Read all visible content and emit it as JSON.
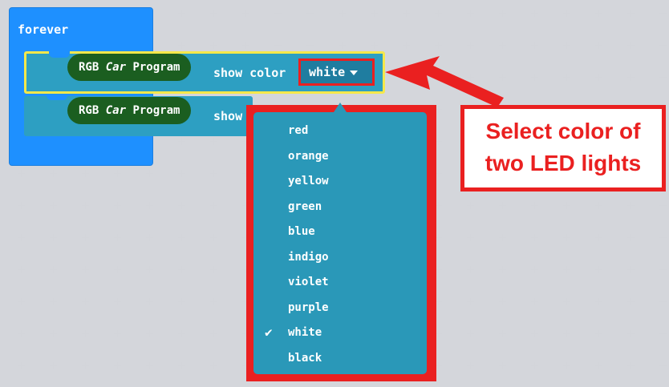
{
  "forever": {
    "label": "forever"
  },
  "blocks": [
    {
      "prefix": "RGB ",
      "italic": "Car",
      "suffix": " Program",
      "label": "show color",
      "field": "white"
    },
    {
      "prefix": "RGB ",
      "italic": "Car",
      "suffix": " Program",
      "label": "show"
    }
  ],
  "dropdown": {
    "options": [
      "red",
      "orange",
      "yellow",
      "green",
      "blue",
      "indigo",
      "violet",
      "purple",
      "white",
      "black"
    ],
    "selected": "white",
    "check": "✔"
  },
  "callout": {
    "line1": "Select color of",
    "line2": "two LED lights"
  },
  "colors": {
    "accent_red": "#ea2020",
    "block_green": "#1b5e20",
    "block_teal": "#2d9fc2",
    "forever_blue": "#1e90ff",
    "highlight_yellow": "#f5e84a"
  }
}
